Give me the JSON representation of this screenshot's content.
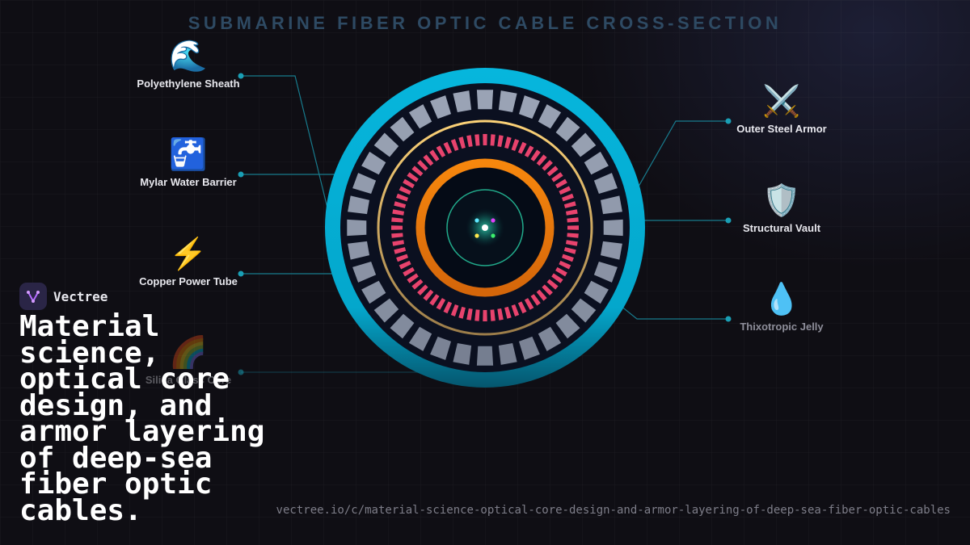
{
  "title": "SUBMARINE FIBER OPTIC CABLE CROSS-SECTION",
  "layers": {
    "left": [
      {
        "emoji": "🌊",
        "name": "Polyethylene Sheath"
      },
      {
        "emoji": "🚰",
        "name": "Mylar Water Barrier"
      },
      {
        "emoji": "⚡",
        "name": "Copper Power Tube"
      },
      {
        "emoji": "🌈",
        "name": "Silica Glass Core"
      }
    ],
    "right": [
      {
        "emoji": "⚔️",
        "name": "Outer Steel Armor"
      },
      {
        "emoji": "🛡️",
        "name": "Structural Vault"
      },
      {
        "emoji": "💧",
        "name": "Thixotropic Jelly"
      }
    ]
  },
  "brand": {
    "name": "Vectree",
    "logo_icon": "vectree-logo-icon"
  },
  "headline": "Material science, optical core design, and armor layering of deep-sea fiber optic cables.",
  "url": "vectree.io/c/material-science-optical-core-design-and-armor-layering-of-deep-sea-fiber-optic-cables",
  "colors": {
    "sheath": "#02b3dc",
    "steel_armor": "#9aa3b5",
    "vault": "#f5c96a",
    "copper_segments": "#e8436d",
    "copper_tube": "#f5850d",
    "core": "#27c7a0",
    "leader_lines": "#1a8fa3"
  }
}
